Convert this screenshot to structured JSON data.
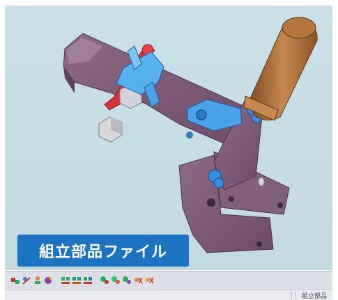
{
  "viewport": {
    "background": "#c6dde4",
    "model_description_icon": "toggle-clamp-3d-model"
  },
  "badge": {
    "label": "組立部品ファイル",
    "background": "#1b73c2"
  },
  "toolbar": {
    "buttons": [
      {
        "icon": "assembly-tool-icon-1"
      },
      {
        "icon": "assembly-tool-icon-2"
      },
      {
        "icon": "assembly-tool-icon-3"
      },
      {
        "icon": "assembly-tool-icon-4"
      },
      {
        "icon": "constraint-icon-1"
      },
      {
        "icon": "constraint-icon-2"
      },
      {
        "icon": "constraint-icon-3"
      },
      {
        "icon": "component-icon-1"
      },
      {
        "icon": "component-icon-2"
      },
      {
        "icon": "component-icon-3"
      },
      {
        "icon": "component-icon-4"
      },
      {
        "icon": "component-icon-5"
      }
    ]
  },
  "status": {
    "mode_label": "組立部品"
  }
}
